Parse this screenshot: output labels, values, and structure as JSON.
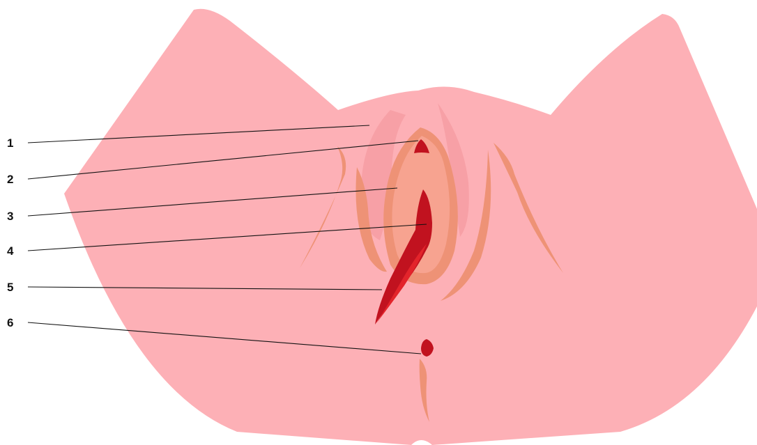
{
  "diagram": {
    "colors": {
      "background": "#ffffff",
      "skin": "#fdb0b6",
      "outer_labia_fold": "#f7a0a6",
      "inner_labia": "#f7a390",
      "inner_labia_shade": "#ee9276",
      "opening": "#c1121f",
      "opening_highlight": "#e3242b",
      "leader_line": "#111111",
      "label_text": "#111111"
    },
    "labels": [
      {
        "number": "1"
      },
      {
        "number": "2"
      },
      {
        "number": "3"
      },
      {
        "number": "4"
      },
      {
        "number": "5"
      },
      {
        "number": "6"
      }
    ]
  }
}
